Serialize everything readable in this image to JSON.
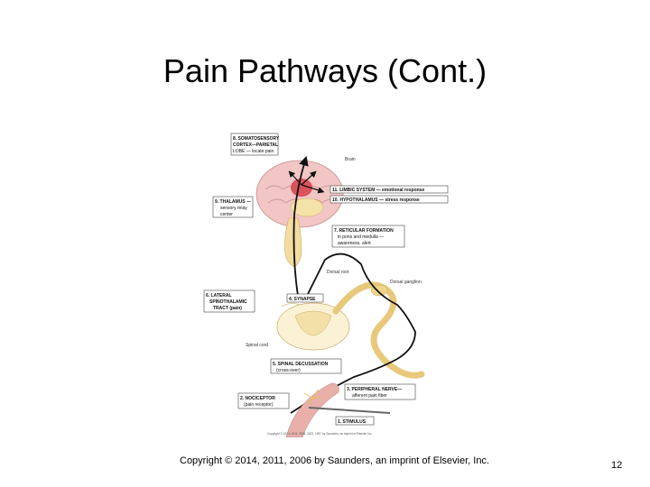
{
  "slide": {
    "title": "Pain Pathways (Cont.)",
    "copyright": "Copyright © 2014, 2011, 2006 by Saunders, an imprint of Elsevier, Inc.",
    "page_number": "12"
  },
  "diagram": {
    "labels": {
      "somatosensory_1": "8. SOMATOSENSORY",
      "somatosensory_2": "CORTEX—PARIETAL",
      "somatosensory_3": "LOBE — locate pain",
      "brain": "Brain",
      "limbic": "11. LIMBIC SYSTEM — emotional response",
      "hypothalamus": "10. HYPOTHALAMUS — stress response",
      "thalamus_1": "9. THALAMUS —",
      "thalamus_2": "sensory relay",
      "thalamus_3": "center",
      "reticular_1": "7. RETICULAR FORMATION",
      "reticular_2": "in pons and medulla —",
      "reticular_3": "awareness, alert",
      "dorsal_root": "Dorsal root",
      "dorsal_ganglion": "Dorsal ganglion",
      "lateral_1": "6. LATERAL",
      "lateral_2": "SPINOTHALAMIC",
      "lateral_3": "TRACT (pain)",
      "synapse": "4. SYNAPSE",
      "spinal_cord": "Spinal cord",
      "decussation_1": "5. SPINAL DECUSSATION",
      "decussation_2": "(cross-over)",
      "peripheral_1": "3. PERIPHERAL NERVE—",
      "peripheral_2": "afferent pain fiber",
      "nociceptor_1": "2. NOCICEPTOR",
      "nociceptor_2": "(pain receptor)",
      "stimulus": "1. STIMULUS",
      "figure_credit": "Copyright © 2014, 2011, 2006, 2002, 1997 by Saunders, an imprint of Elsevier Inc."
    }
  }
}
